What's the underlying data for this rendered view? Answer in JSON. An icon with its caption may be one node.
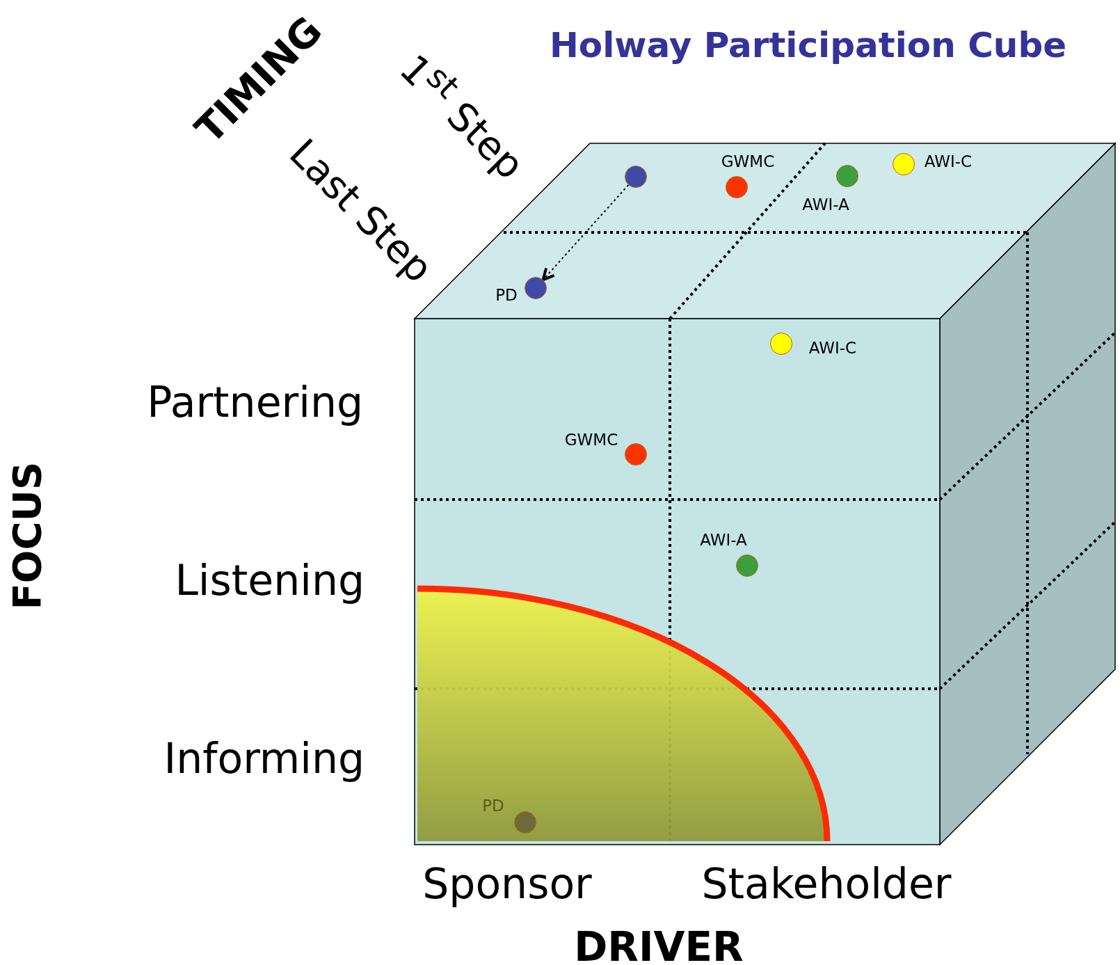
{
  "diagram": {
    "title": "Holway Participation Cube",
    "nodes": [
      {
        "text": [],
        "shape": "circle"
      },
      {
        "text": [],
        "shape": "circle",
        "beside": [
          "PD"
        ]
      },
      {
        "text": [],
        "shape": "circle",
        "beside": [
          "GWMC"
        ]
      },
      {
        "text": [],
        "shape": "circle",
        "beside": [
          "AWI-A"
        ]
      },
      {
        "text": [],
        "shape": "circle",
        "beside": [
          "AWI-C"
        ]
      },
      {
        "text": [],
        "shape": "circle",
        "beside": [
          "AWI-C"
        ]
      },
      {
        "text": [],
        "shape": "circle",
        "beside": [
          "GWMC"
        ]
      },
      {
        "text": [],
        "shape": "circle",
        "beside": [
          "AWI-A"
        ]
      },
      {
        "text": [],
        "shape": "circle",
        "beside": [
          "PD"
        ]
      }
    ],
    "edges": [
      {
        "from": 0,
        "to": 1,
        "arrow": "to",
        "style": "dashed"
      }
    ],
    "labels": [
      "TIMING",
      "1$^{st}$ Step",
      "Last Step",
      "Partnering",
      "Listening",
      "Informing",
      "FOCUS",
      "Sponsor",
      "Stakeholder",
      "DRIVER"
    ]
  }
}
